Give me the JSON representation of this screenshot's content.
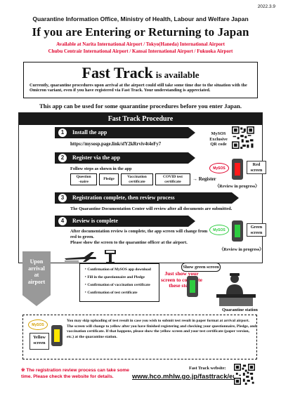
{
  "date": "2022.3.9",
  "header": {
    "org": "Quarantine Information Office, Ministry of Health, Labour and Welfare Japan",
    "title": "If you are Entering or Returning to Japan",
    "airports_line1": "Available at Narita International Airport / Tokyo(Haneda) International Airport",
    "airports_line2": "Chubu Centrair International Airport / Kansai International Airport  / Fukuoka Airport"
  },
  "fast_track": {
    "title_big": "Fast Track",
    "title_small": "is available",
    "note": "Currently, quarantine procedures upon arrival at the airport could still take some time due to the situation with the Omicron variant, even if you have registered via Fast Track.  Your understanding is appreciated."
  },
  "app_note": "This app can be used for some quarantine procedures before you enter Japan.",
  "procedure": {
    "heading": "Fast Track Procedure",
    "steps": [
      {
        "num": "1",
        "title": "Install the app"
      },
      {
        "num": "2",
        "title": "Register via the app"
      },
      {
        "num": "3",
        "title": "Registration complete, then review process"
      },
      {
        "num": "4",
        "title": "Review is complete"
      }
    ],
    "url": "https://mysosp.page.link/sfY2kRrviv4t4eFy7",
    "qr_label": "MySOS\nExclusive\nQR code",
    "step2_intro": "Follow steps as shown in the app",
    "step2_items": [
      "Question\n-naire",
      "Pledge",
      "Vaccination\ncertificate",
      "COVID test\ncertificate"
    ],
    "register_label": "→ Register",
    "red_screen": "Red\nscreen",
    "review_in_progress": "〈Review in progress〉",
    "step3_text": "The Quarantine Documentation Center will review after all documents are submitted.",
    "step4_text": "After documentation review is complete, the app screen will change from red to green.\nPlease show the screen to the quarantine officer at the airport.",
    "green_screen": "Green\nscreen",
    "app_name": "MySOS"
  },
  "arrival": {
    "upon": "Upon\narrival\nat\nairport",
    "checklist": [
      "・Confirmation of MySOS app download",
      "・Fill in the questionnaire and Pledge",
      "・Confirmation of vaccination certificate",
      "・Confirmation of test certificate"
    ],
    "just_show": "Just show your\nscreen to complete\nthese steps!",
    "show_green": "Show green screen",
    "quarantine_station": "Quarantine station"
  },
  "notice": {
    "yellow_label": "Yellow\nscreen",
    "text_line1": "You may skip uploading of test result in case you wish to submit test result in paper format at arrival airport.",
    "text_line2": "The screen will change to yellow after you have finished registering and checking your questionnaire, Pledge, and vaccination certificate. If that happens, please show the yellow screen and  your test certificate (paper version, etc.) at the quarantine station."
  },
  "footer": {
    "red_note": "※ The registration review process can take some\n    time.  Please check the website for details.",
    "site_label": "Fast Track website:",
    "site_url": "www.hco.mhlw.go.jp/fasttrack/en/"
  },
  "colors": {
    "accent_red": "#e0002a",
    "dark": "#1a1a1a",
    "phone_red": "#ff1a1a",
    "phone_green": "#2ecc40",
    "phone_yellow": "#ffe600",
    "upon_gray": "#999999"
  }
}
